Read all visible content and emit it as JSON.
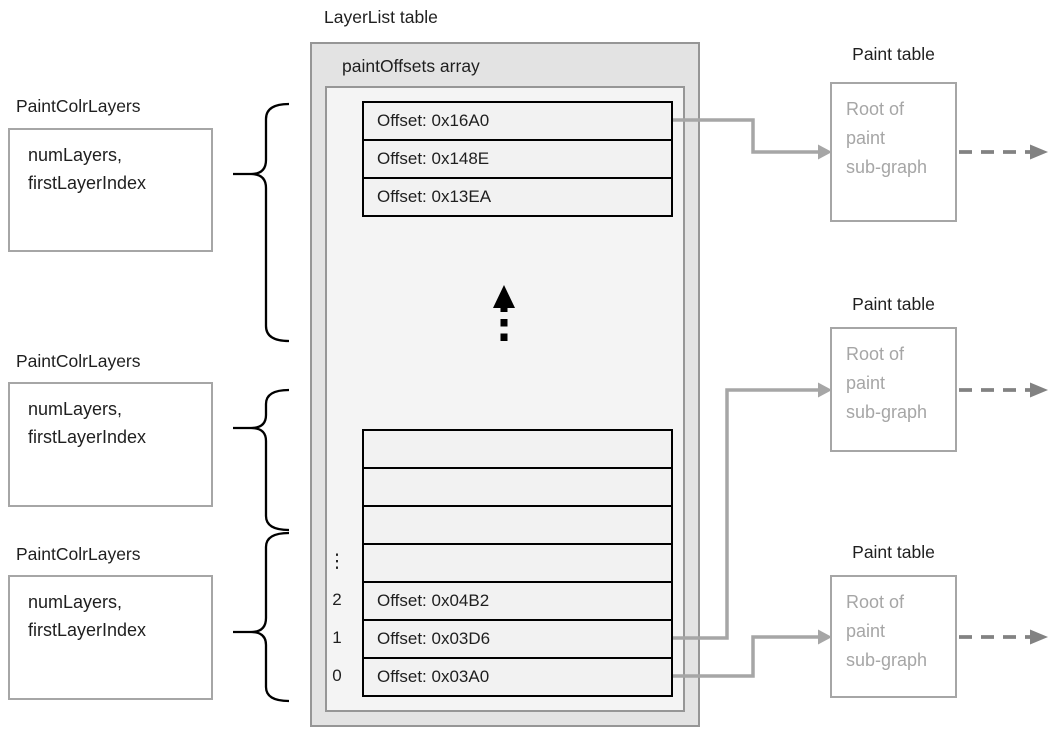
{
  "layerlist": {
    "title": "LayerList table",
    "array_label": "paintOffsets array",
    "top_offsets": [
      "Offset: 0x16A0",
      "Offset: 0x148E",
      "Offset: 0x13EA"
    ],
    "bottom_offsets": [
      "Offset: 0x04B2",
      "Offset: 0x03D6",
      "Offset: 0x03A0"
    ],
    "indices": [
      "⋮",
      "2",
      "1",
      "0"
    ]
  },
  "paint_colr_layers": [
    {
      "label": "PaintColrLayers",
      "fields": "numLayers,\nfirstLayerIndex"
    },
    {
      "label": "PaintColrLayers",
      "fields": "numLayers,\nfirstLayerIndex"
    },
    {
      "label": "PaintColrLayers",
      "fields": "numLayers,\nfirstLayerIndex"
    }
  ],
  "paint_tables": [
    {
      "label": "Paint table",
      "body": "Root of\npaint\nsub-graph"
    },
    {
      "label": "Paint table",
      "body": "Root of\npaint\nsub-graph"
    },
    {
      "label": "Paint table",
      "body": "Root of\npaint\nsub-graph"
    }
  ],
  "colors": {
    "outer_fill": "#e3e3e3",
    "inner_fill": "#f4f4f4",
    "cell_fill": "#f2f2f2",
    "gray_border": "#969696",
    "paint_gray": "#a6a6a6",
    "connector_gray": "#a6a6a6",
    "dashed_gray": "#828282",
    "text_black": "#1f1f1f"
  }
}
